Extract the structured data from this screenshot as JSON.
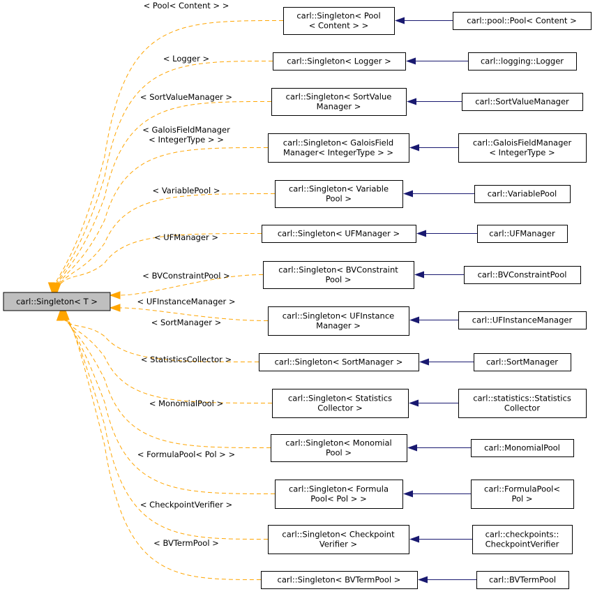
{
  "root": "carl::Singleton< T >",
  "rows": [
    {
      "label": [
        "< Pool< Content > >"
      ],
      "mid": [
        "carl::Singleton< Pool",
        "< Content > >"
      ],
      "right": [
        "carl::pool::Pool< Content >"
      ]
    },
    {
      "label": [
        "< Logger >"
      ],
      "mid": [
        "carl::Singleton< Logger >"
      ],
      "right": [
        "carl::logging::Logger"
      ]
    },
    {
      "label": [
        "< SortValueManager >"
      ],
      "mid": [
        "carl::Singleton< SortValue",
        "Manager >"
      ],
      "right": [
        "carl::SortValueManager"
      ]
    },
    {
      "label": [
        "< GaloisFieldManager",
        "< IntegerType > >"
      ],
      "mid": [
        "carl::Singleton< GaloisField",
        "Manager< IntegerType > >"
      ],
      "right": [
        "carl::GaloisFieldManager",
        "< IntegerType >"
      ]
    },
    {
      "label": [
        "< VariablePool >"
      ],
      "mid": [
        "carl::Singleton< Variable",
        "Pool >"
      ],
      "right": [
        "carl::VariablePool"
      ]
    },
    {
      "label": [
        "< UFManager >"
      ],
      "mid": [
        "carl::Singleton< UFManager >"
      ],
      "right": [
        "carl::UFManager"
      ]
    },
    {
      "label": [
        "< BVConstraintPool >"
      ],
      "mid": [
        "carl::Singleton< BVConstraint",
        "Pool >"
      ],
      "right": [
        "carl::BVConstraintPool"
      ]
    },
    {
      "label": [
        "< UFInstanceManager >"
      ],
      "mid": [
        "carl::Singleton< UFInstance",
        "Manager >"
      ],
      "right": [
        "carl::UFInstanceManager"
      ]
    },
    {
      "label": [
        "< SortManager >"
      ],
      "mid": [
        "carl::Singleton< SortManager >"
      ],
      "right": [
        "carl::SortManager"
      ]
    },
    {
      "label": [
        "< StatisticsCollector >"
      ],
      "mid": [
        "carl::Singleton< Statistics",
        "Collector >"
      ],
      "right": [
        "carl::statistics::Statistics",
        "Collector"
      ]
    },
    {
      "label": [
        "< MonomialPool >"
      ],
      "mid": [
        "carl::Singleton< Monomial",
        "Pool >"
      ],
      "right": [
        "carl::MonomialPool"
      ]
    },
    {
      "label": [
        "< FormulaPool< Pol > >"
      ],
      "mid": [
        "carl::Singleton< Formula",
        "Pool< Pol > >"
      ],
      "right": [
        "carl::FormulaPool<",
        "Pol >"
      ]
    },
    {
      "label": [
        "< CheckpointVerifier >"
      ],
      "mid": [
        "carl::Singleton< Checkpoint",
        "Verifier >"
      ],
      "right": [
        "carl::checkpoints::",
        "CheckpointVerifier"
      ]
    },
    {
      "label": [
        "< BVTermPool >"
      ],
      "mid": [
        "carl::Singleton< BVTermPool >"
      ],
      "right": [
        "carl::BVTermPool"
      ]
    }
  ],
  "colors": {
    "inherit": "#ffa500",
    "derive": "#191970",
    "root_fill": "#bfbfbf"
  }
}
